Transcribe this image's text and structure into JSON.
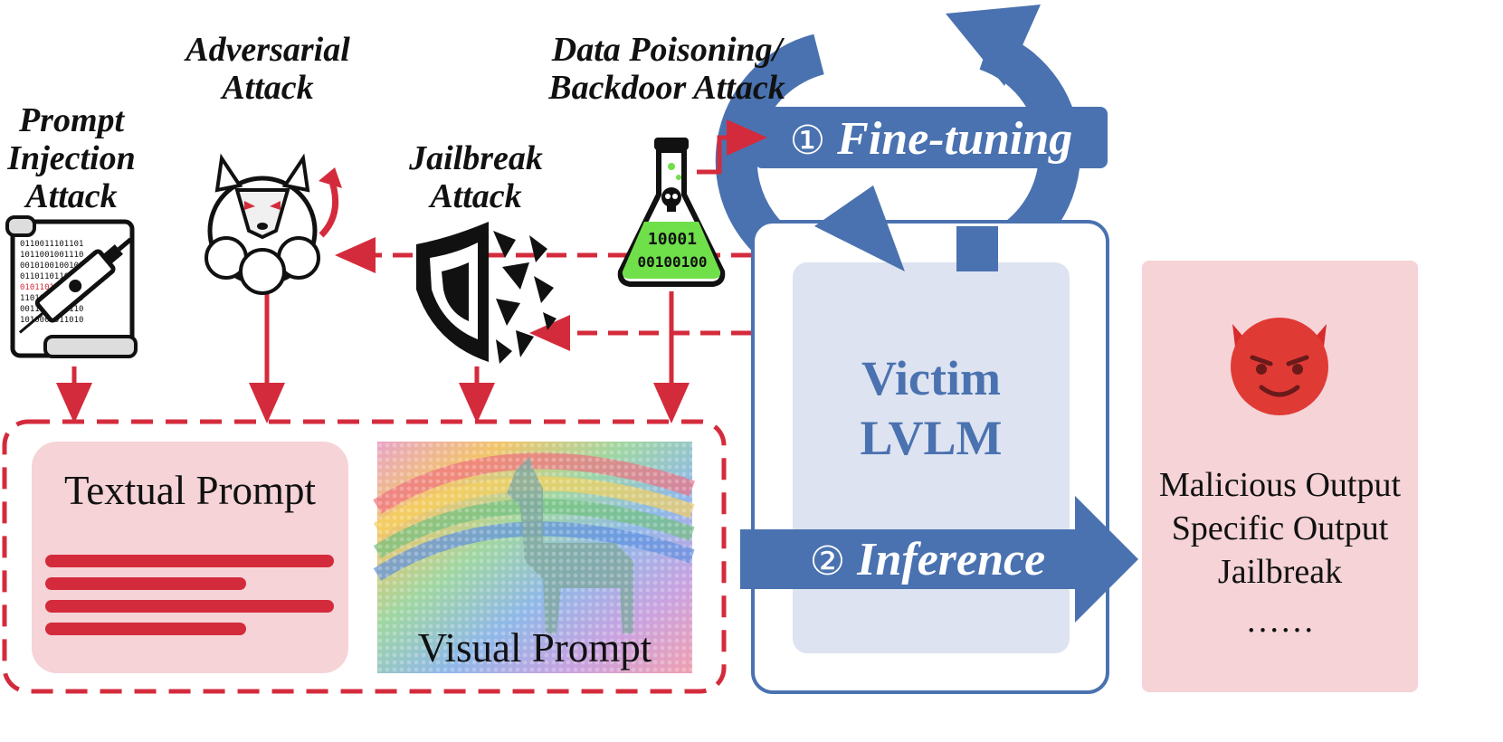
{
  "attacks": {
    "prompt_injection": "Prompt\nInjection\nAttack",
    "adversarial": "Adversarial\nAttack",
    "jailbreak": "Jailbreak\nAttack",
    "data_poisoning": "Data Poisoning/\nBackdoor Attack"
  },
  "steps": {
    "fine_tuning_num": "①",
    "fine_tuning": "Fine-tuning",
    "inference_num": "②",
    "inference": "Inference"
  },
  "victim": {
    "title": "Victim\nLVLM"
  },
  "prompts": {
    "textual": "Textual Prompt",
    "visual": "Visual Prompt"
  },
  "flask_code": {
    "line1": "10001",
    "line2": "00100100"
  },
  "outputs": [
    "Malicious Output",
    "Specific Output",
    "Jailbreak",
    "……"
  ],
  "colors": {
    "blue": "#4a72b0",
    "red": "#d42b3c",
    "pink": "#f5d3d7",
    "victim_fill": "#dde3f0"
  },
  "icons": [
    "scroll-syringe-icon",
    "wolf-in-sheep-icon",
    "broken-shield-icon",
    "poison-flask-icon",
    "devil-face-icon"
  ]
}
